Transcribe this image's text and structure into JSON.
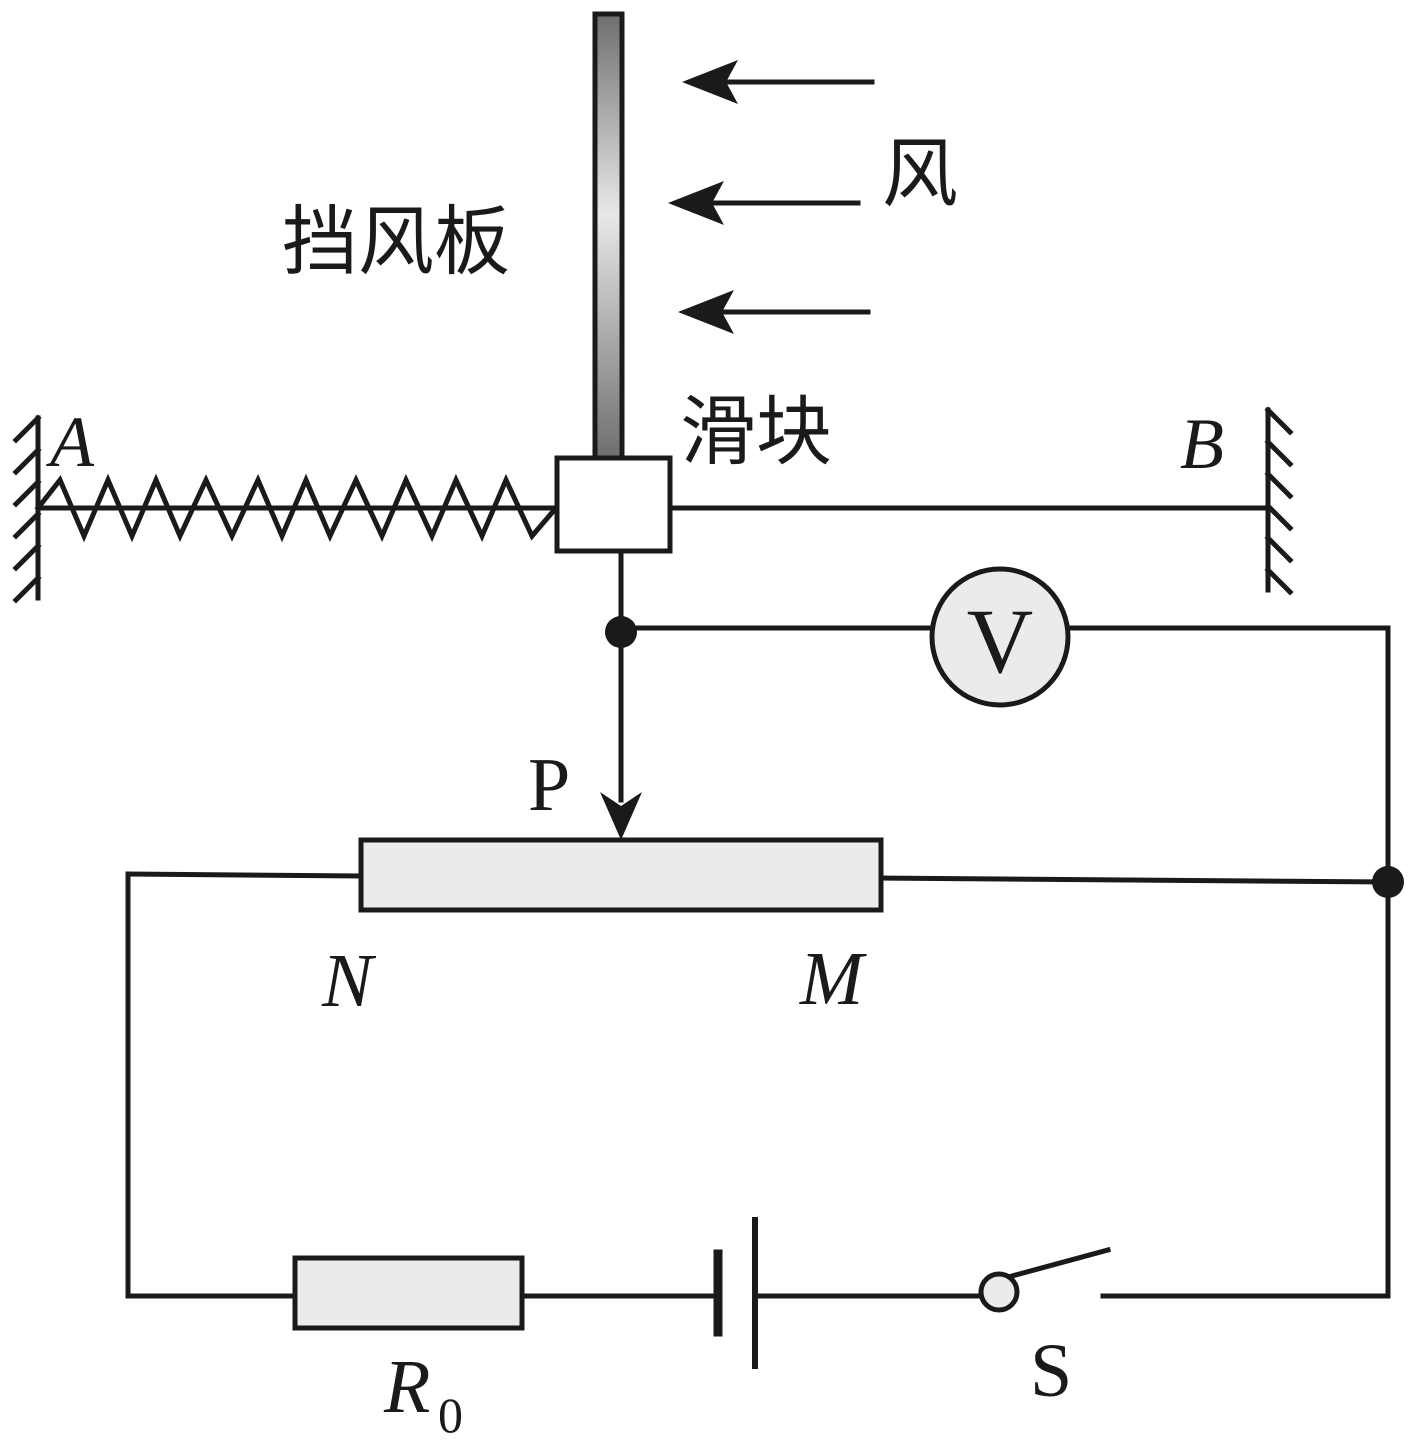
{
  "labels": {
    "wind": "风",
    "baffle": "挡风板",
    "slider": "滑块",
    "point_a": "A",
    "point_b": "B",
    "voltmeter": "V",
    "contact_p": "P",
    "end_n": "N",
    "end_m": "M",
    "resistor_r": "R",
    "resistor_sub": "0",
    "switch_s": "S"
  },
  "colors": {
    "line": "#1a1a1a",
    "component_fill": "#ebebeb",
    "baffle_dark": "#666666",
    "baffle_light": "#e6e6e6",
    "background": "#ffffff"
  },
  "icons": {
    "wind_arrows": "left-arrow",
    "wall": "hatched-wall",
    "spring": "zigzag-spring",
    "battery": "battery-cell",
    "switch": "open-switch",
    "voltmeter": "circle-meter"
  }
}
